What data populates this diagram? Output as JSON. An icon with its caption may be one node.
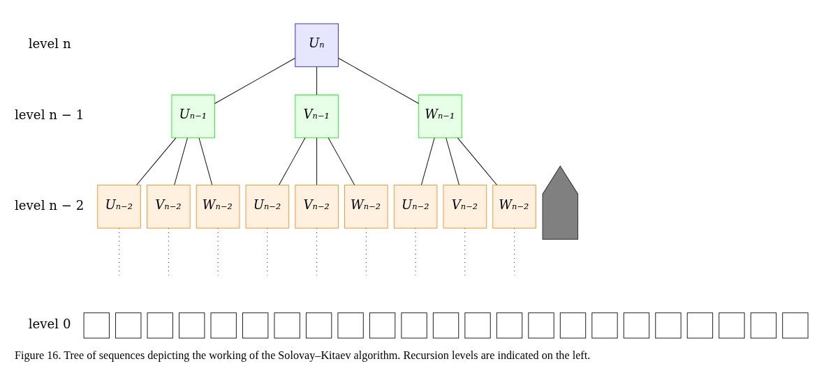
{
  "diagram": {
    "caption": "Figure 16. Tree of sequences depicting the working of the Solovay–Kitaev algorithm. Recursion levels are indicated on the left.",
    "nodes": [
      {
        "text": [
          "Uₙ"
        ]
      },
      {
        "text": [
          "Uₙ₋₁"
        ]
      },
      {
        "text": [
          "Vₙ₋₁"
        ]
      },
      {
        "text": [
          "Wₙ₋₁"
        ]
      },
      {
        "text": [
          "Uₙ₋₂"
        ]
      },
      {
        "text": [
          "Vₙ₋₂"
        ]
      },
      {
        "text": [
          "Wₙ₋₂"
        ]
      },
      {
        "text": [
          "Uₙ₋₂"
        ]
      },
      {
        "text": [
          "Vₙ₋₂"
        ]
      },
      {
        "text": [
          "Wₙ₋₂"
        ]
      },
      {
        "text": [
          "Uₙ₋₂"
        ]
      },
      {
        "text": [
          "Vₙ₋₂"
        ]
      },
      {
        "text": [
          "Wₙ₋₂"
        ]
      },
      {
        "text": [],
        "shape": "box"
      },
      {
        "text": [],
        "shape": "box"
      },
      {
        "text": [],
        "shape": "box"
      },
      {
        "text": [],
        "shape": "box"
      },
      {
        "text": [],
        "shape": "box"
      },
      {
        "text": [],
        "shape": "box"
      },
      {
        "text": [],
        "shape": "box"
      },
      {
        "text": [],
        "shape": "box"
      },
      {
        "text": [],
        "shape": "box"
      },
      {
        "text": [],
        "shape": "box"
      },
      {
        "text": [],
        "shape": "box"
      },
      {
        "text": [],
        "shape": "box"
      },
      {
        "text": [],
        "shape": "box"
      },
      {
        "text": [],
        "shape": "box"
      },
      {
        "text": [],
        "shape": "box"
      },
      {
        "text": [],
        "shape": "box"
      },
      {
        "text": [],
        "shape": "box"
      },
      {
        "text": [],
        "shape": "box"
      },
      {
        "text": [],
        "shape": "box"
      },
      {
        "text": [],
        "shape": "box"
      },
      {
        "text": [],
        "shape": "box"
      },
      {
        "text": [],
        "shape": "box"
      },
      {
        "text": [],
        "shape": "box"
      },
      {
        "text": [],
        "shape": "arrow"
      }
    ],
    "edges": [
      {
        "from": 0,
        "to": 1,
        "arrow": "none"
      },
      {
        "from": 0,
        "to": 2,
        "arrow": "none"
      },
      {
        "from": 0,
        "to": 3,
        "arrow": "none"
      },
      {
        "from": 1,
        "to": 4,
        "arrow": "none"
      },
      {
        "from": 1,
        "to": 5,
        "arrow": "none"
      },
      {
        "from": 1,
        "to": 6,
        "arrow": "none"
      },
      {
        "from": 2,
        "to": 7,
        "arrow": "none"
      },
      {
        "from": 2,
        "to": 8,
        "arrow": "none"
      },
      {
        "from": 2,
        "to": 9,
        "arrow": "none"
      },
      {
        "from": 3,
        "to": 10,
        "arrow": "none"
      },
      {
        "from": 3,
        "to": 11,
        "arrow": "none"
      },
      {
        "from": 3,
        "to": 12,
        "arrow": "none"
      },
      {
        "from": 4,
        "to": null,
        "arrow": "none",
        "style": "dashed"
      },
      {
        "from": 5,
        "to": null,
        "arrow": "none",
        "style": "dashed"
      },
      {
        "from": 6,
        "to": null,
        "arrow": "none",
        "style": "dashed"
      },
      {
        "from": 7,
        "to": null,
        "arrow": "none",
        "style": "dashed"
      },
      {
        "from": 8,
        "to": null,
        "arrow": "none",
        "style": "dashed"
      },
      {
        "from": 9,
        "to": null,
        "arrow": "none",
        "style": "dashed"
      },
      {
        "from": 10,
        "to": null,
        "arrow": "none",
        "style": "dashed"
      },
      {
        "from": 11,
        "to": null,
        "arrow": "none",
        "style": "dashed"
      },
      {
        "from": 12,
        "to": null,
        "arrow": "none",
        "style": "dashed"
      }
    ],
    "labels": [
      "level n",
      "level n − 1",
      "level n − 2",
      "level 0"
    ]
  }
}
